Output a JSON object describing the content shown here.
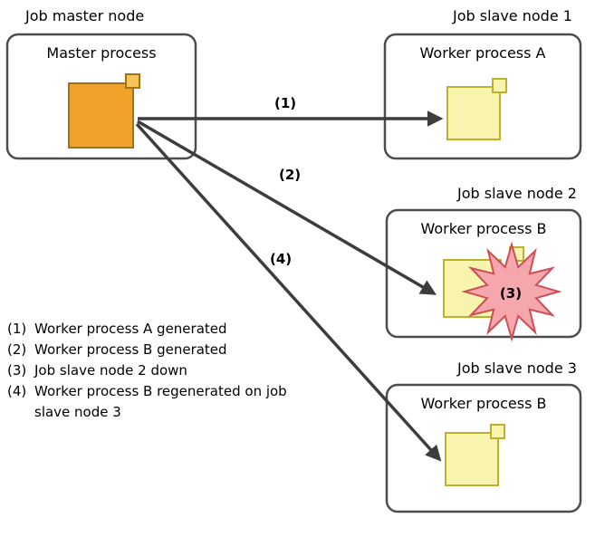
{
  "diagram": {
    "master": {
      "node_label": "Job master node",
      "process_label": "Master process"
    },
    "slaves": [
      {
        "node_label": "Job slave node 1",
        "process_label": "Worker process A"
      },
      {
        "node_label": "Job slave node 2",
        "process_label": "Worker process B",
        "burst_label": "(3)"
      },
      {
        "node_label": "Job slave node 3",
        "process_label": "Worker process B"
      }
    ],
    "arrows": [
      {
        "label": "(1)"
      },
      {
        "label": "(2)"
      },
      {
        "label": "(4)"
      }
    ],
    "legend": [
      {
        "num": "(1)",
        "line1": "Worker process A generated"
      },
      {
        "num": "(2)",
        "line1": "Worker process B generated"
      },
      {
        "num": "(3)",
        "line1": "Job slave node 2 down"
      },
      {
        "num": "(4)",
        "line1": "Worker process B regenerated on job",
        "line2": "slave node 3"
      }
    ],
    "colors": {
      "box_border": "#4d4d4d",
      "box_fill": "#ffffff",
      "master_fill": "#f0a22b",
      "master_small_fill": "#f6c35c",
      "master_border": "#a8700f",
      "worker_fill": "#f8f4ad",
      "worker_border": "#bdb02f",
      "burst_fill": "#f5a7ad",
      "burst_border": "#cc4f55",
      "arrow": "#3d3d3d"
    }
  }
}
